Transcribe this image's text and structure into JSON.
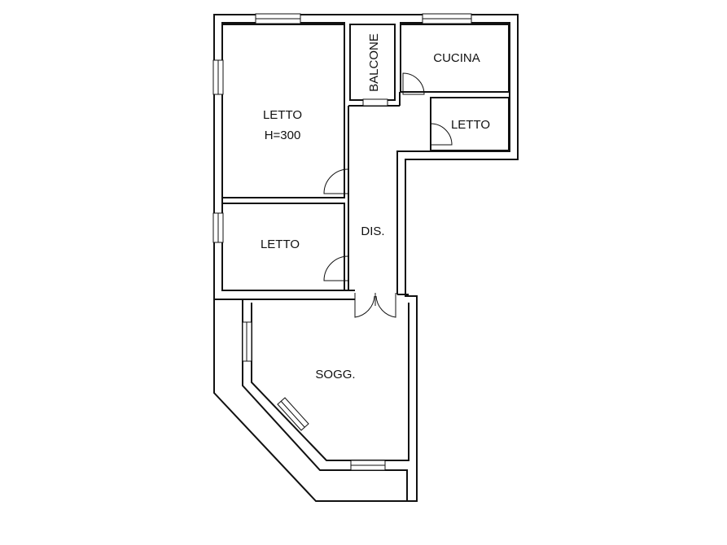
{
  "rooms": {
    "letto_1": {
      "name": "LETTO",
      "note": "H=300"
    },
    "balcone": {
      "name": "BALCONE"
    },
    "cucina": {
      "name": "CUCINA"
    },
    "letto_2": {
      "name": "LETTO"
    },
    "letto_3": {
      "name": "LETTO"
    },
    "disimpegno": {
      "name": "DIS."
    },
    "soggiorno": {
      "name": "SOGG."
    }
  }
}
